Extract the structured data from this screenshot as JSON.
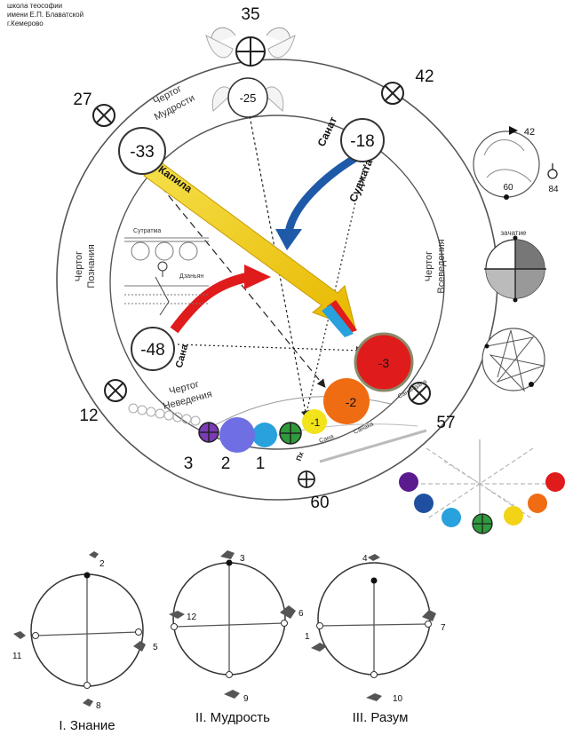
{
  "header": {
    "line1": "школа теософии",
    "line2": "имени Е.П. Блаватской",
    "line3": "г.Кемерово"
  },
  "main": {
    "markers": {
      "top": "35",
      "upper_left": "27",
      "upper_right": "42",
      "lower_left": "12",
      "lower_right": "57",
      "bottom": "60"
    },
    "chambers": {
      "wisdom": {
        "line1": "Чертог",
        "line2": "Мудрости"
      },
      "knowledge": {
        "line1": "Чертог",
        "line2": "Познания"
      },
      "vision": {
        "line1": "Чертог",
        "line2": "Всеведения"
      },
      "ignorance": {
        "line1": "Чертог",
        "line2": "Неведения"
      }
    },
    "nodes": {
      "minus25": "-25",
      "kapila": {
        "value": "-33",
        "label": "Капила"
      },
      "sanat": {
        "value": "-18",
        "label1": "Санат",
        "label2": "Суджата"
      },
      "sana": {
        "value": "-48",
        "label": "Сана"
      },
      "minus3": {
        "value": "-3",
        "label": "Санандана"
      },
      "minus2": {
        "value": "-2",
        "label": "Санака"
      },
      "minus1": {
        "value": "-1",
        "label": "Сана"
      },
      "plus_label": "Пх",
      "num3": "3",
      "num2": "2",
      "num1": "1"
    },
    "inner": {
      "sutratma": "Сутратма",
      "dzhanyan": "Дзаньян"
    }
  },
  "side": {
    "top_num": "42",
    "mid_num": "60",
    "right_num": "84",
    "zachatie": "зачатие"
  },
  "colors": [
    "#5b1b8f",
    "#1f4fa0",
    "#28a1dd",
    "#2f9a3c",
    "#f2d316",
    "#ef6c12",
    "#e01b1b"
  ],
  "bottom": {
    "diagram1": {
      "caption": "I. Знание",
      "top": "2",
      "right": "5",
      "left": "11",
      "bottom": "8"
    },
    "diagram2": {
      "caption": "II. Мудрость",
      "top": "3",
      "right": "6",
      "left": "12",
      "bottom": "9"
    },
    "diagram3": {
      "caption": "III. Разум",
      "top": "4",
      "right": "7",
      "left": "1",
      "bottom": "10"
    }
  }
}
